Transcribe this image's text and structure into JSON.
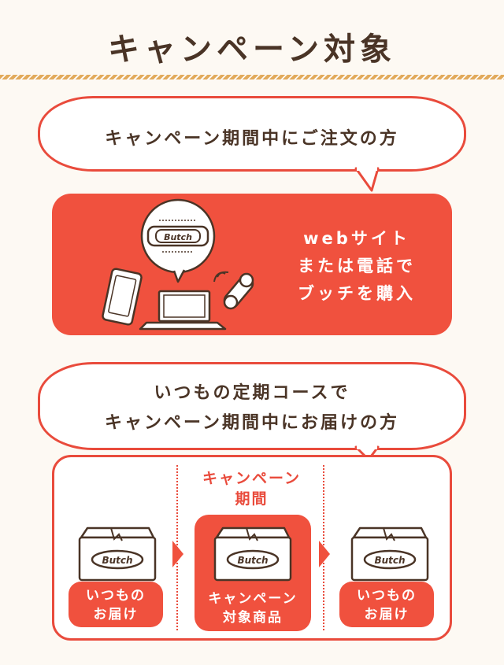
{
  "header": {
    "title": "キャンペーン対象"
  },
  "order_section": {
    "bubble_text": "キャンペーン期間中にご注文の方",
    "channel_lines": [
      "webサイト",
      "または電話で",
      "ブッチを購入"
    ],
    "product_logo": "Butch"
  },
  "subscription_section": {
    "bubble_lines": [
      "いつもの定期コースで",
      "キャンペーン期間中にお届けの方"
    ],
    "campaign_period_lines": [
      "キャンペーン",
      "期間"
    ],
    "deliveries": [
      {
        "label_lines": [
          "いつもの",
          "お届け"
        ],
        "logo": "Butch",
        "highlighted": false
      },
      {
        "label_lines": [
          "キャンペーン",
          "対象商品"
        ],
        "logo": "Butch",
        "highlighted": true
      },
      {
        "label_lines": [
          "いつもの",
          "お届け"
        ],
        "logo": "Butch",
        "highlighted": false
      }
    ]
  },
  "colors": {
    "accent_red": "#f0513e",
    "outline_red": "#e94b3c",
    "text_brown": "#4a3426",
    "rope": "#e2aa5b",
    "background": "#fdf9f3"
  }
}
